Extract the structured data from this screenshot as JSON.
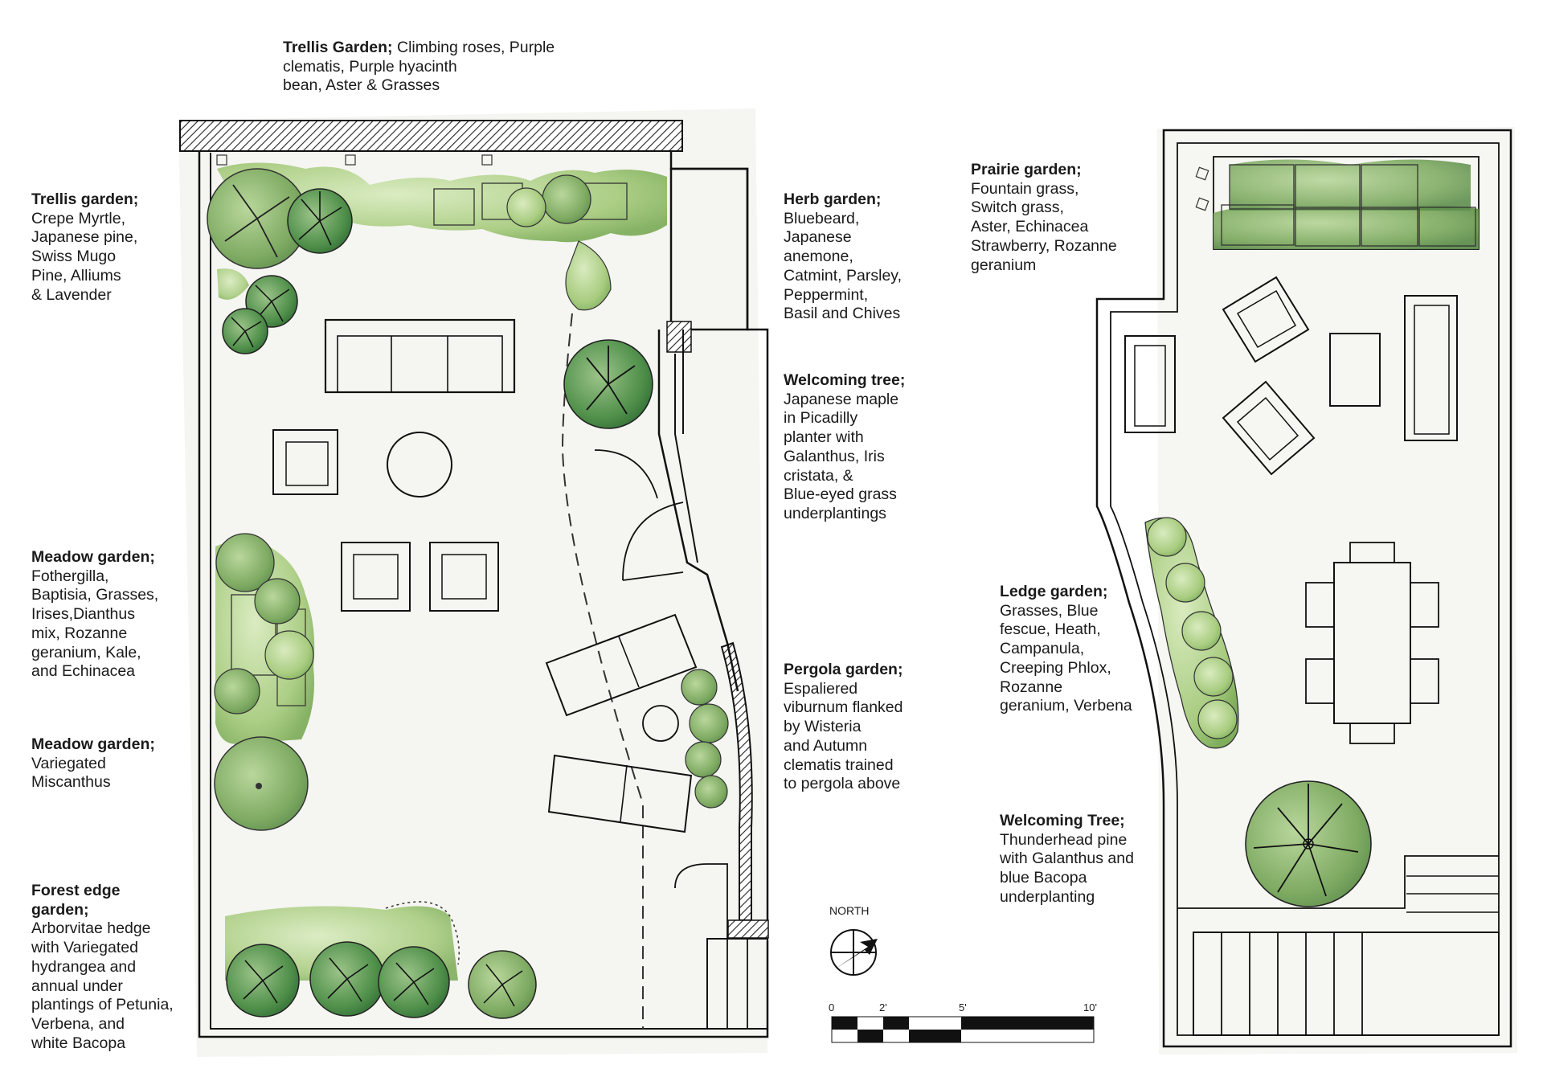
{
  "colors": {
    "ink": "#1a1a1a",
    "paper": "#f4f4f0",
    "plant_light": "#b8d68f",
    "plant_mid": "#8fbb6a",
    "plant_dark": "#4f8f4a",
    "tree_dark": "#3f7a40"
  },
  "labels": [
    {
      "id": "trellis-garden-top",
      "title": "Trellis Garden;",
      "lines": [
        "Climbing roses, Purple",
        "clematis, Purple hyacinth",
        "bean, Aster & Grasses"
      ],
      "first_inline": true
    },
    {
      "id": "trellis-garden-left",
      "title": "Trellis garden;",
      "lines": [
        "Crepe Myrtle,",
        "Japanese pine,",
        "Swiss Mugo",
        "Pine, Alliums",
        "& Lavender"
      ]
    },
    {
      "id": "meadow-garden-1",
      "title": "Meadow garden;",
      "lines": [
        "Fothergilla,",
        "Baptisia, Grasses,",
        "Irises,Dianthus",
        "mix, Rozanne",
        "geranium, Kale,",
        "and Echinacea"
      ]
    },
    {
      "id": "meadow-garden-2",
      "title": "Meadow garden;",
      "lines": [
        "Variegated",
        "Miscanthus"
      ]
    },
    {
      "id": "forest-edge-garden",
      "title": "Forest edge",
      "title2": "garden;",
      "lines": [
        "Arborvitae hedge",
        "with Variegated",
        "hydrangea and",
        "annual under",
        "plantings of Petunia,",
        "Verbena, and",
        "white Bacopa"
      ]
    },
    {
      "id": "herb-garden",
      "title": "Herb garden;",
      "lines": [
        "Bluebeard,",
        "Japanese",
        "anemone,",
        "Catmint, Parsley,",
        "Peppermint,",
        "Basil and Chives"
      ]
    },
    {
      "id": "welcoming-tree-1",
      "title": "Welcoming tree;",
      "lines": [
        "Japanese maple",
        "in Picadilly",
        "planter with",
        "Galanthus, Iris",
        "cristata, &",
        "Blue-eyed grass",
        "underplantings"
      ]
    },
    {
      "id": "pergola-garden",
      "title": "Pergola garden;",
      "lines": [
        "Espaliered",
        "viburnum flanked",
        "by Wisteria",
        "and Autumn",
        "clematis trained",
        "to pergola above"
      ]
    },
    {
      "id": "prairie-garden",
      "title": "Prairie garden;",
      "lines": [
        "Fountain grass,",
        "Switch grass,",
        "Aster, Echinacea",
        "Strawberry, Rozanne",
        "geranium"
      ]
    },
    {
      "id": "ledge-garden",
      "title": "Ledge garden;",
      "lines": [
        "Grasses, Blue",
        "fescue, Heath,",
        "Campanula,",
        "Creeping Phlox,",
        "Rozanne",
        "geranium, Verbena"
      ]
    },
    {
      "id": "welcoming-tree-2",
      "title": "Welcoming Tree;",
      "lines": [
        "Thunderhead pine",
        "with Galanthus and",
        "blue Bacopa",
        "underplanting"
      ]
    }
  ],
  "north": {
    "label": "NORTH"
  },
  "scale": {
    "ticks": [
      "0",
      "2'",
      "5'",
      "10'"
    ]
  }
}
